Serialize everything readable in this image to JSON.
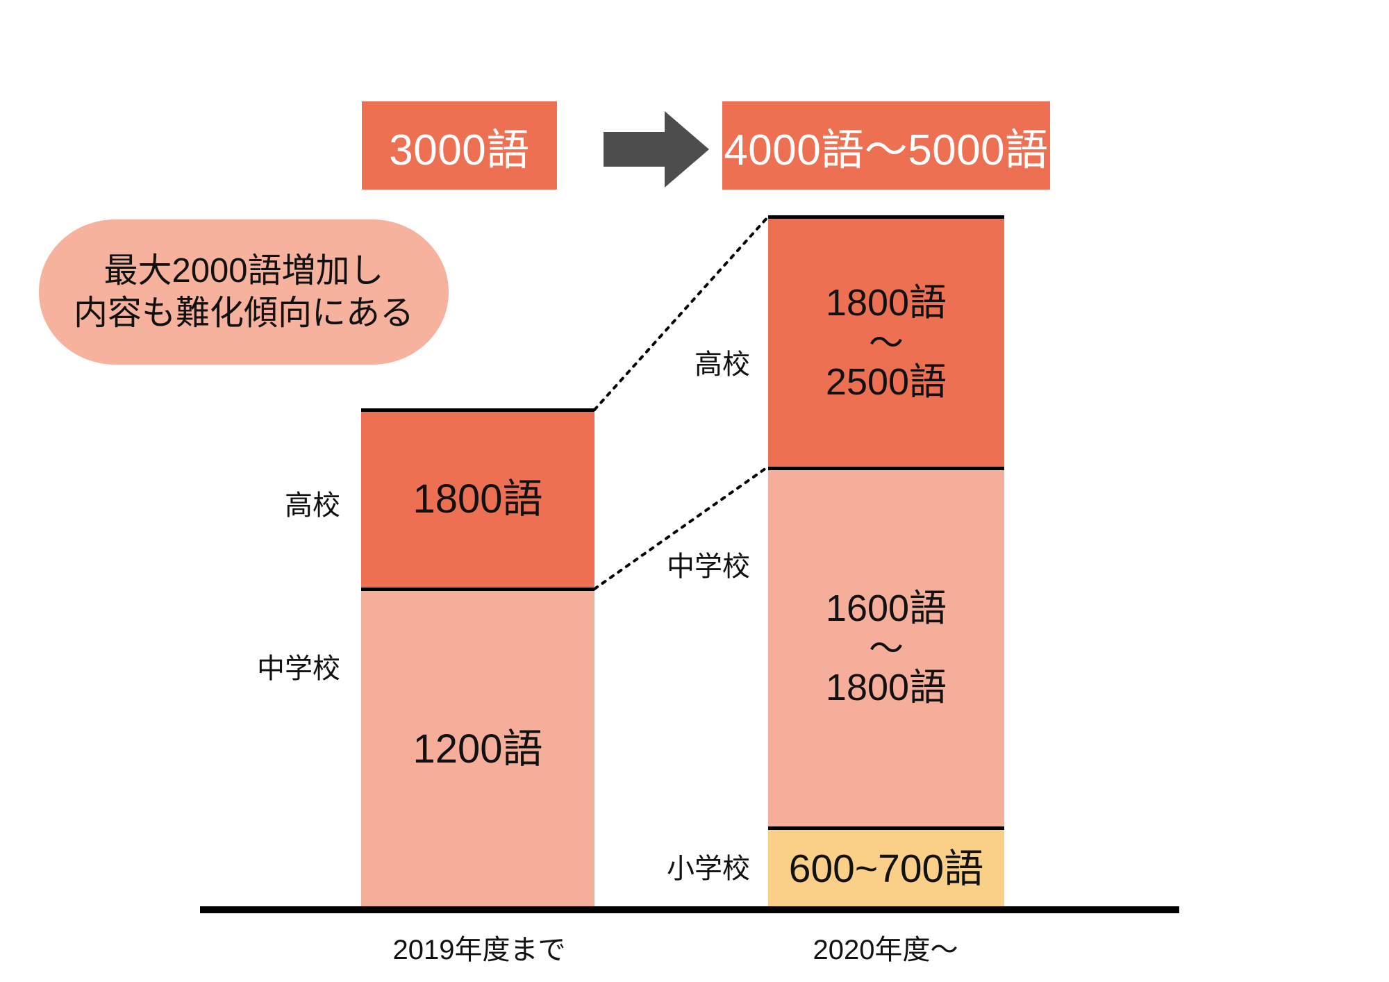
{
  "summary": {
    "before_label": "3000語",
    "arrow_icon": "right-arrow-icon",
    "after_label": "4000語～5000語"
  },
  "callout": {
    "line1": "最大2000語増加し",
    "line2": "内容も難化傾向にある"
  },
  "colors": {
    "high_school": "#EC7051",
    "junior_high": "#F4AE9A",
    "elementary": "#FAD089",
    "callout_bg": "#F6B29C",
    "arrow": "#4D4D4D",
    "axis": "#000000"
  },
  "axis": {
    "left_period": "2019年度まで",
    "right_period": "2020年度～"
  },
  "categories": {
    "high_school": "高校",
    "junior_high": "中学校",
    "elementary": "小学校"
  },
  "bars": {
    "y2019": {
      "high_value": "1800語",
      "junior_value": "1200語"
    },
    "y2020": {
      "high_value_low": "1800語",
      "high_tilde": "～",
      "high_value_high": "2500語",
      "junior_value_low": "1600語",
      "junior_tilde": "～",
      "junior_value_high": "1800語",
      "elem_value": "600~700語"
    }
  },
  "chart_data": {
    "type": "bar",
    "title": "",
    "subtitle": "",
    "xlabel": "",
    "ylabel": "",
    "categories": [
      "2019年度まで",
      "2020年度～"
    ],
    "stacked": true,
    "grid": false,
    "legend": "none",
    "series": [
      {
        "name": "小学校",
        "color": "#FAD089",
        "values": [
          0,
          650
        ],
        "range": [
          null,
          [
            600,
            700
          ]
        ],
        "labels": [
          "",
          "600~700語"
        ]
      },
      {
        "name": "中学校",
        "color": "#F4AE9A",
        "values": [
          1200,
          1700
        ],
        "range": [
          [
            1200,
            1200
          ],
          [
            1600,
            1800
          ]
        ],
        "labels": [
          "1200語",
          "1600語～1800語"
        ]
      },
      {
        "name": "高校",
        "color": "#EC7051",
        "values": [
          1800,
          2150
        ],
        "range": [
          [
            1800,
            1800
          ],
          [
            1800,
            2500
          ]
        ],
        "labels": [
          "1800語",
          "1800語～2500語"
        ]
      }
    ],
    "totals": [
      3000,
      5000
    ],
    "total_labels": [
      "3000語",
      "4000語～5000語"
    ],
    "annotations": [
      "最大2000語増加し",
      "内容も難化傾向にある"
    ]
  }
}
